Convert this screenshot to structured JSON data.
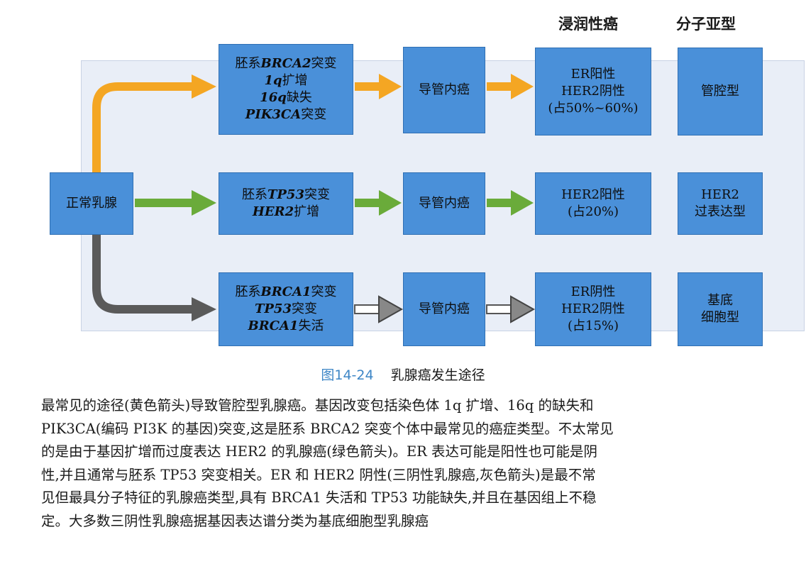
{
  "headers": {
    "invasive": "浸润性癌",
    "subtype": "分子亚型"
  },
  "normal": "正常乳腺",
  "rows": [
    {
      "germline": [
        "胚系BRCA2突变",
        "1q扩增",
        "16q缺失",
        "PIK3CA突变"
      ],
      "dcis": "导管内癌",
      "invasive": [
        "ER阳性",
        "HER2阴性",
        "(占50%~60%)"
      ],
      "subtype": [
        "管腔型"
      ],
      "arrow_color": "#f4a623"
    },
    {
      "germline": [
        "胚系TP53突变",
        "HER2扩增"
      ],
      "dcis": "导管内癌",
      "invasive": [
        "HER2阳性",
        "(占20%)"
      ],
      "subtype": [
        "HER2",
        "过表达型"
      ],
      "arrow_color": "#6aab3a"
    },
    {
      "germline": [
        "胚系BRCA1突变",
        "TP53突变",
        "BRCA1失活"
      ],
      "dcis": "导管内癌",
      "invasive": [
        "ER阴性",
        "HER2阴性",
        "(占15%)"
      ],
      "subtype": [
        "基底",
        "细胞型"
      ],
      "arrow_color": "#5a5a5a"
    }
  ],
  "caption": {
    "figure": "图14-24",
    "title": "乳腺癌发生途径"
  },
  "paragraph": [
    "最常见的途径(黄色箭头)导致管腔型乳腺癌。基因改变包括染色体 1q 扩增、16q 的缺失和",
    "PIK3CA(编码 PI3K 的基因)突变,这是胚系 BRCA2 突变个体中最常见的癌症类型。不太常见",
    "的是由于基因扩增而过度表达 HER2 的乳腺癌(绿色箭头)。ER 表达可能是阳性也可能是阴",
    "性,并且通常与胚系 TP53 突变相关。ER 和 HER2 阴性(三阴性乳腺癌,灰色箭头)是最不常",
    "见但最具分子特征的乳腺癌类型,具有 BRCA1 失活和 TP53 功能缺失,并且在基因组上不稳",
    "定。大多数三阴性乳腺癌据基因表达谱分类为基底细胞型乳腺癌"
  ]
}
